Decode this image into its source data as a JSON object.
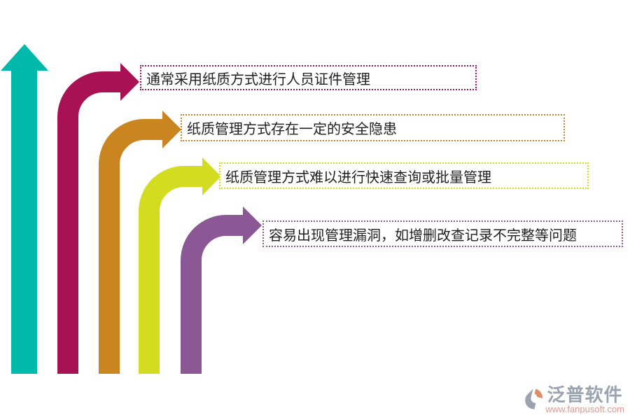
{
  "diagram": {
    "background": "#ffffff",
    "text_color": "#1f1f1f",
    "axis_arrow": {
      "description": "upward teal axis arrow",
      "color": "#00B9AB"
    },
    "items": [
      {
        "label": "通常采用纸质方式进行人员证件管理",
        "color": "#A81254"
      },
      {
        "label": "纸质管理方式存在一定的安全隐患",
        "color": "#CA8520"
      },
      {
        "label": "纸质管理方式难以进行快速查询或批量管理",
        "color": "#D3DC20"
      },
      {
        "label": "容易出现管理漏洞，如增删改查记录不完整等问题",
        "color": "#8C5795"
      }
    ]
  },
  "watermark": {
    "brand": "泛普软件",
    "url": "www.fanpusoft.com",
    "brand_color": "#9AA3AF",
    "url_color": "#DA9C92",
    "icon_gray": "#9AA3AF",
    "icon_orange": "#DD8E62"
  }
}
